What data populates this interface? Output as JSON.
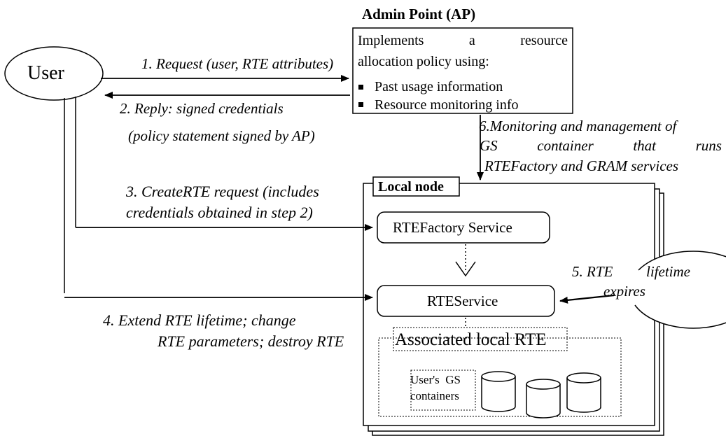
{
  "admin_point": {
    "title": "Admin Point (AP)",
    "desc_line1_words": [
      "Implements",
      "a",
      "resource"
    ],
    "desc_line2": "allocation policy using:",
    "bullets": [
      "Past usage information",
      "Resource monitoring info"
    ]
  },
  "user": {
    "label": "User"
  },
  "steps": {
    "s1": "1. Request (user, RTE attributes)",
    "s2a": "2. Reply: signed credentials",
    "s2b": "(policy statement signed by AP)",
    "s3a": "3. CreateRTE request (includes",
    "s3b": "credentials obtained in step 2)",
    "s4a": "4. Extend RTE lifetime; change",
    "s4b": "RTE parameters; destroy RTE",
    "s5a_words": [
      "5. RTE",
      "lifetime"
    ],
    "s5b": "expires",
    "s6a": "6.Monitoring and management of",
    "s6b_words": [
      "GS",
      "container",
      "that",
      "runs"
    ],
    "s6c": "RTEFactory and GRAM services"
  },
  "local_node": {
    "label": "Local node",
    "factory_service": "RTEFactory Service",
    "rte_service": "RTEService",
    "associated_rte": "Associated local RTE",
    "gs_line1": "User's  GS",
    "gs_line2": "containers"
  }
}
